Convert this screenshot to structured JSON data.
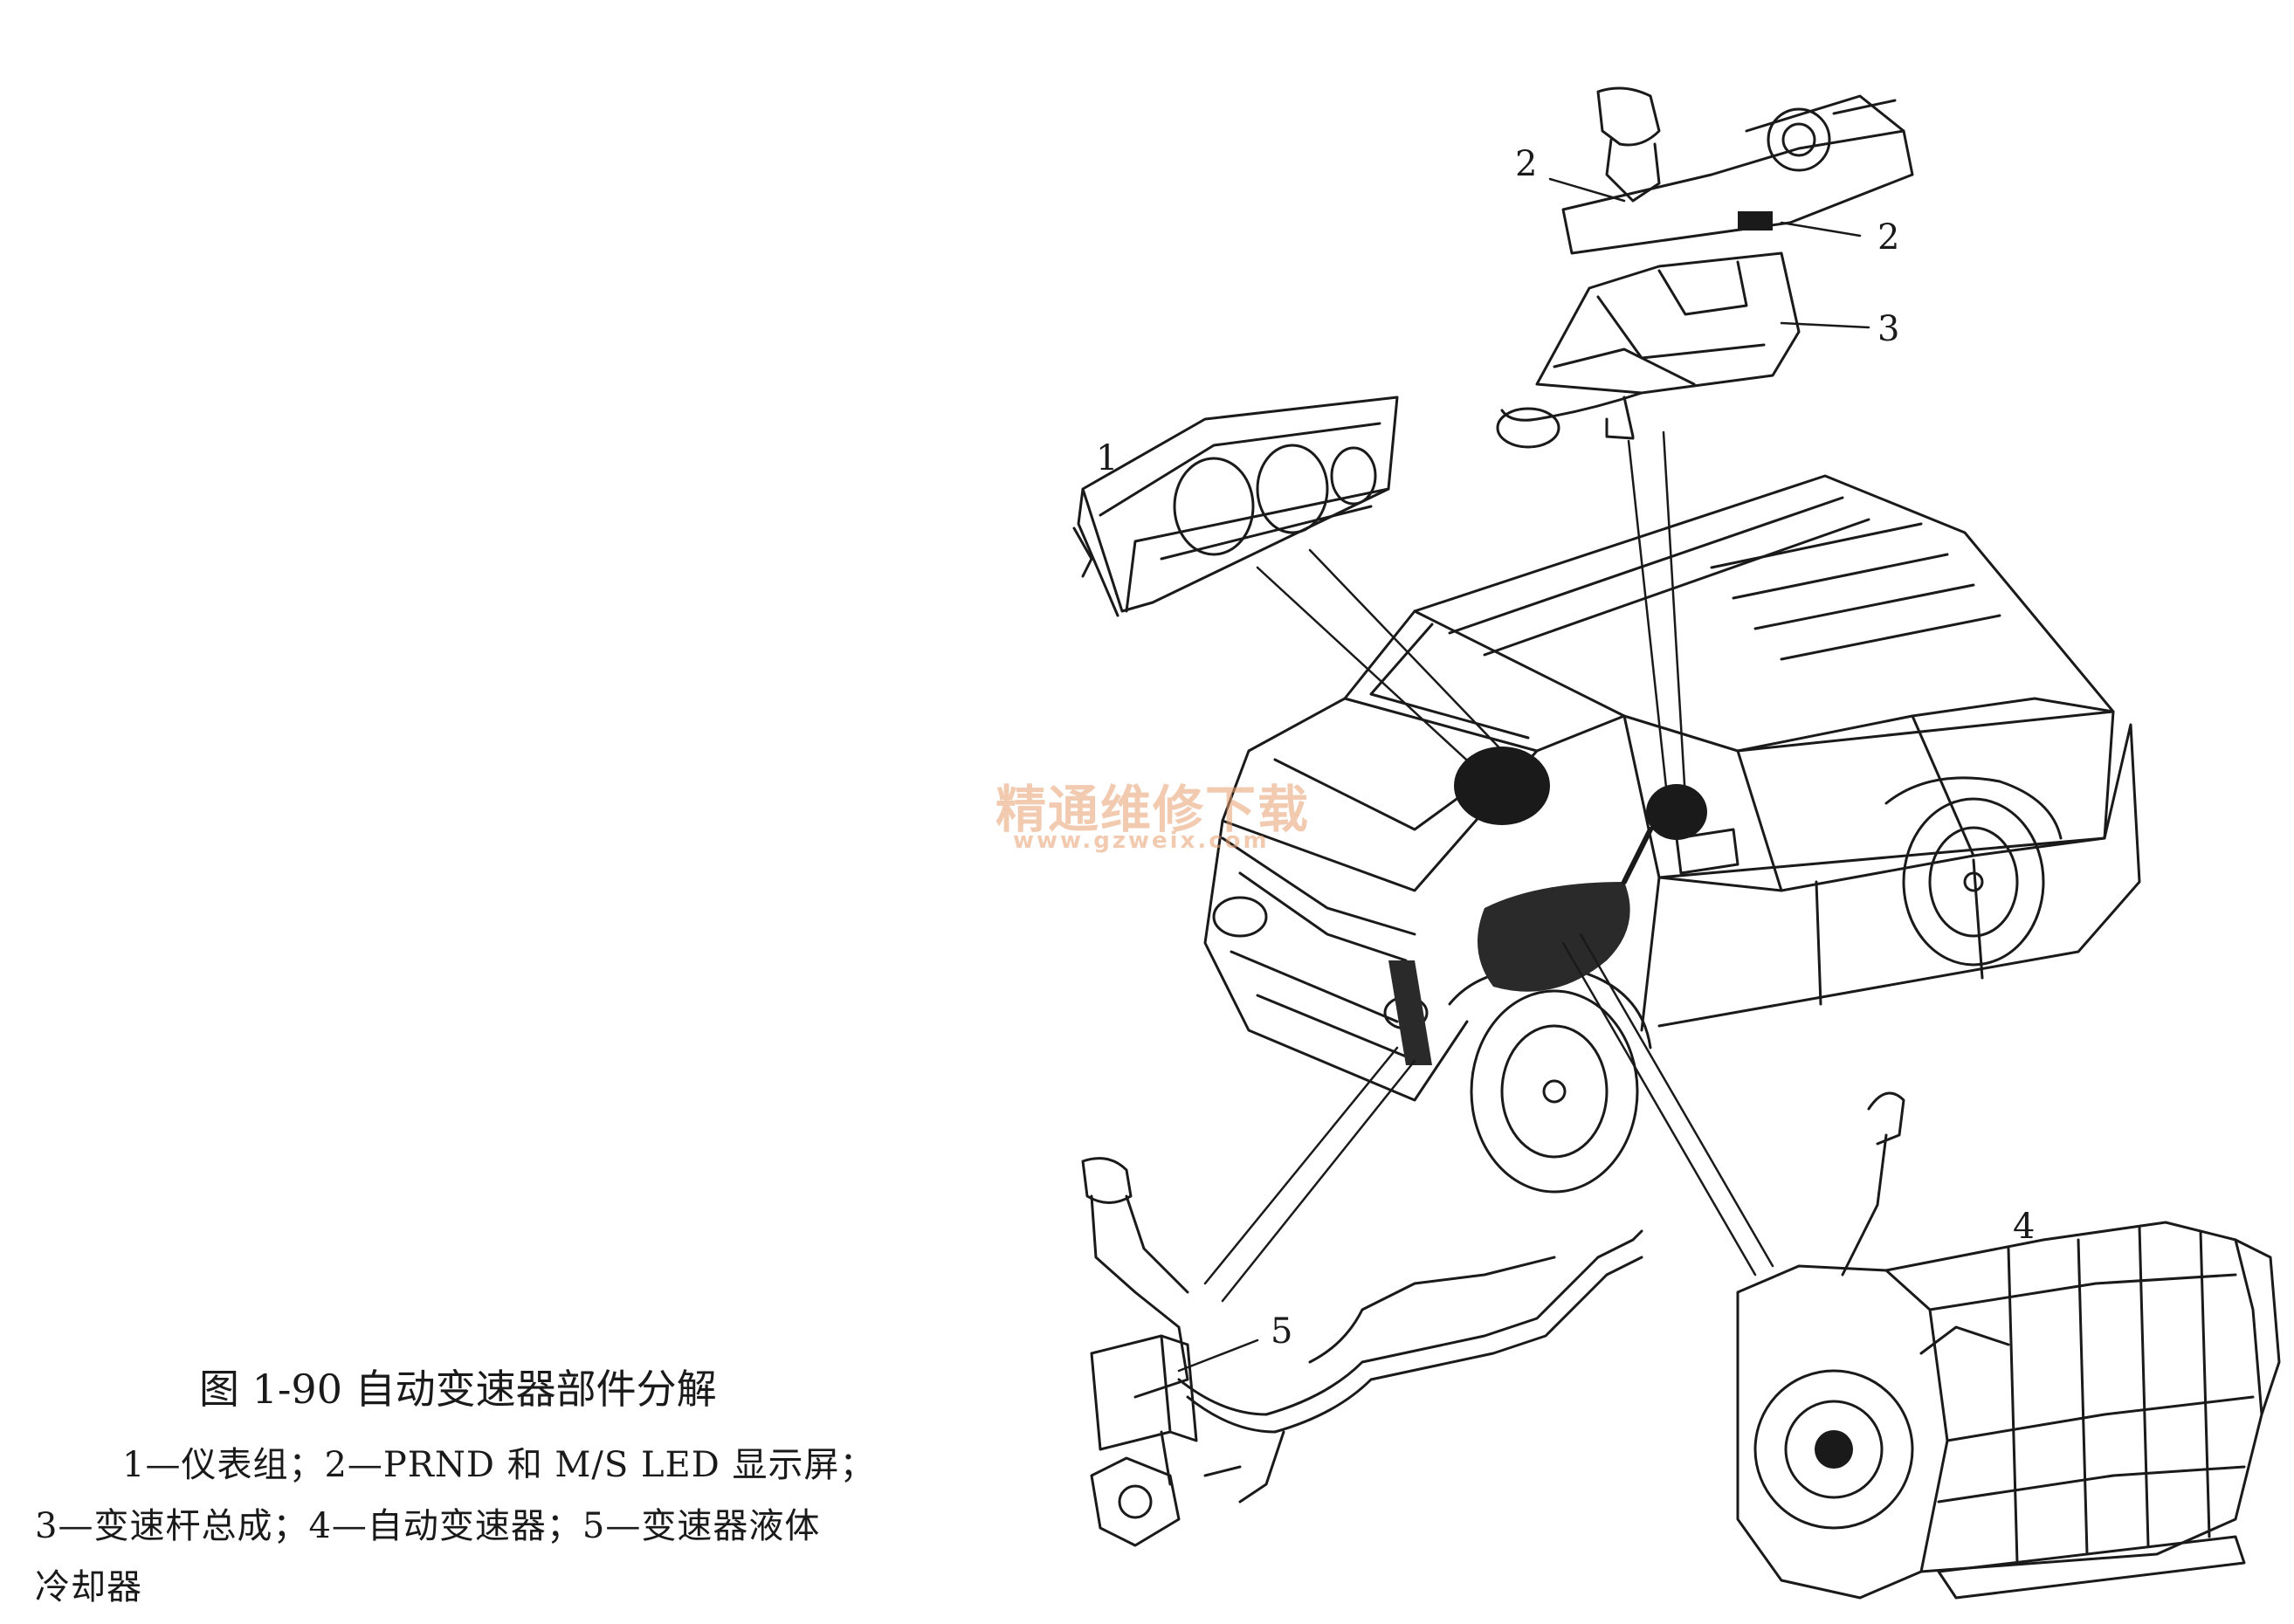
{
  "callouts": {
    "c1": "1",
    "c2a": "2",
    "c2b": "2",
    "c3": "3",
    "c4": "4",
    "c5": "5"
  },
  "caption": {
    "title": "图 1-90   自动变速器部件分解",
    "line1": "1—仪表组；2—PRND 和 M/S LED 显示屏；",
    "line2": "3—变速杆总成；4—自动变速器；5—变速器液体",
    "line3": "冷却器"
  },
  "watermark": {
    "text": "精通维修下载",
    "url": "www.gzweix.com"
  },
  "colors": {
    "ink": "#1a1a1a",
    "watermark": "#e8a070"
  }
}
